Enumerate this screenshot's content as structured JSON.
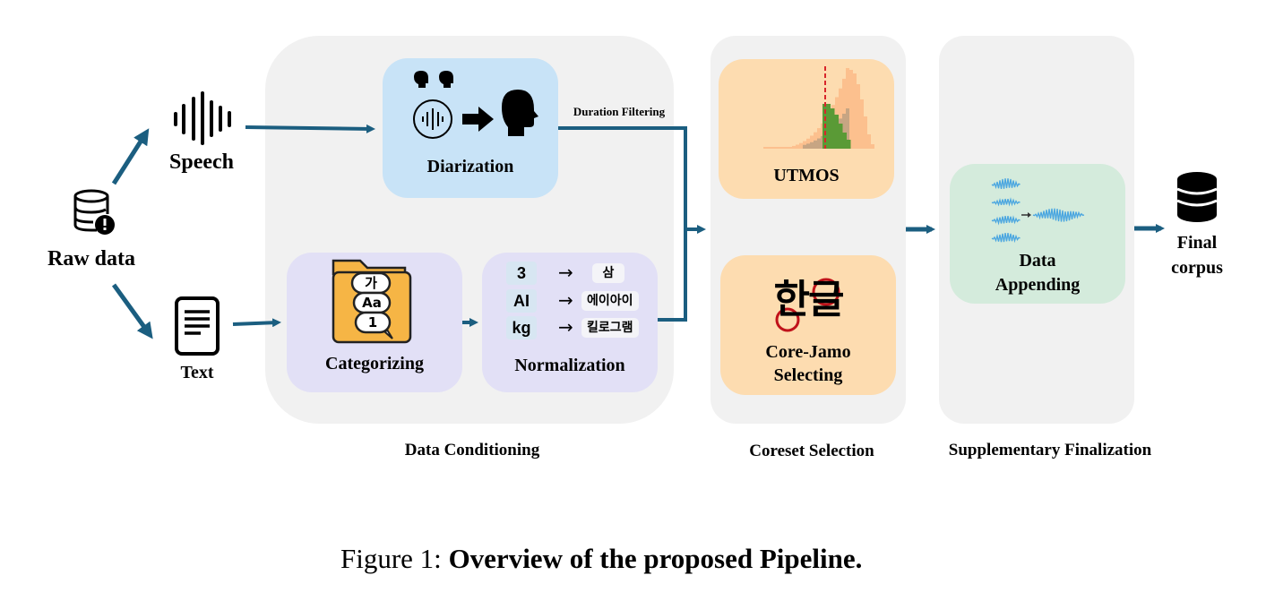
{
  "inputs": {
    "raw_data": "Raw data",
    "speech": "Speech",
    "text": "Text"
  },
  "stages": [
    {
      "id": "data-conditioning",
      "label": "Data Conditioning"
    },
    {
      "id": "coreset-selection",
      "label": "Coreset Selection"
    },
    {
      "id": "supplementary-finalization",
      "label": "Supplementary Finalization"
    }
  ],
  "modules": {
    "diarization": "Diarization",
    "categorizing": "Categorizing",
    "normalization": "Normalization",
    "utmos": "UTMOS",
    "core_jamo_line1": "Core-Jamo",
    "core_jamo_line2": "Selecting",
    "data_appending_line1": "Data",
    "data_appending_line2": "Appending"
  },
  "edge_labels": {
    "duration_filtering": "Duration Filtering"
  },
  "categorizing_bubbles": [
    "가",
    "Aa",
    "1"
  ],
  "normalization_examples": [
    {
      "src": "3",
      "arrow": "→",
      "dst": "삼"
    },
    {
      "src": "AI",
      "arrow": "→",
      "dst": "에이아이"
    },
    {
      "src": "kg",
      "arrow": "→",
      "dst": "킬로그램"
    }
  ],
  "hangul_sample": "한글",
  "output": {
    "line1": "Final",
    "line2": "corpus"
  },
  "caption": {
    "prefix": "Figure 1: ",
    "title": "Overview of the proposed Pipeline."
  },
  "colors": {
    "arrow": "#1b5e80",
    "stage_bg": "#f1f1f1",
    "diarization_bg": "#c8e3f7",
    "text_module_bg": "#e2e0f6",
    "coreset_module_bg": "#fddcb0",
    "append_bg": "#d4ebdc",
    "wave_blue": "#4aa6e0",
    "folder_orange": "#f6b545",
    "marker_red": "#c0121a",
    "hist_green": "#5a9a36",
    "hist_orange": "#fcc08e"
  }
}
